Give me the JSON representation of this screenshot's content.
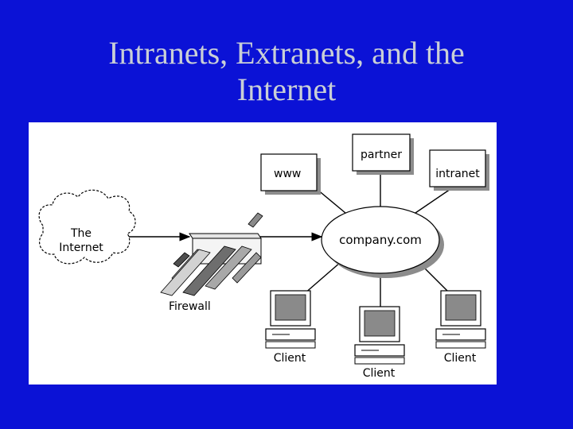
{
  "slide": {
    "title_line1": "Intranets, Extranets, and the",
    "title_line2": "Internet"
  },
  "colors": {
    "background": "#0b12d6",
    "title": "#c9cfd6",
    "panel": "#ffffff",
    "shadow": "#8c8c8c"
  },
  "diagram": {
    "nodes": {
      "internet_line1": "The",
      "internet_line2": "Internet",
      "www": "www",
      "partner": "partner",
      "intranet": "intranet",
      "hub": "company.com",
      "firewall": "Firewall",
      "client_left": "Client",
      "client_center": "Client",
      "client_right": "Client"
    },
    "icons": {
      "cloud": "cloud-icon",
      "firewall": "firewall-icon",
      "computer": "desktop-computer-icon"
    }
  }
}
